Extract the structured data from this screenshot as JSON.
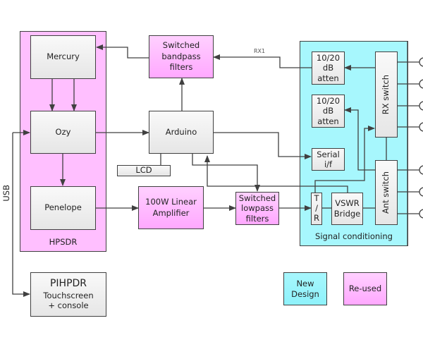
{
  "hpsdr": {
    "title": "HPSDR",
    "mercury": "Mercury",
    "ozy": "Ozy",
    "penelope": "Penelope"
  },
  "usb_label": "USB",
  "pihpdr": {
    "title": "PIHPDR",
    "subtitle": "Touchscreen + console"
  },
  "bandpass": "Switched bandpass filters",
  "rx1_label": "RX1",
  "arduino": "Arduino",
  "lcd": "LCD",
  "amplifier": "100W Linear Amplifier",
  "lowpass": "Switched lowpass filters",
  "signal_conditioning": {
    "title": "Signal conditioning",
    "atten1": "10/20 dB atten",
    "atten2": "10/20 dB atten",
    "serial": "Serial i/f",
    "tr": "T / R",
    "vswr": "VSWR Bridge",
    "rx_switch": "RX switch",
    "ant_switch": "Ant switch"
  },
  "legend": {
    "new_design": "New Design",
    "reused": "Re-used"
  },
  "colors": {
    "new_design": "#a7f7fd",
    "reused": "#ffbfff",
    "line": "#404040"
  }
}
